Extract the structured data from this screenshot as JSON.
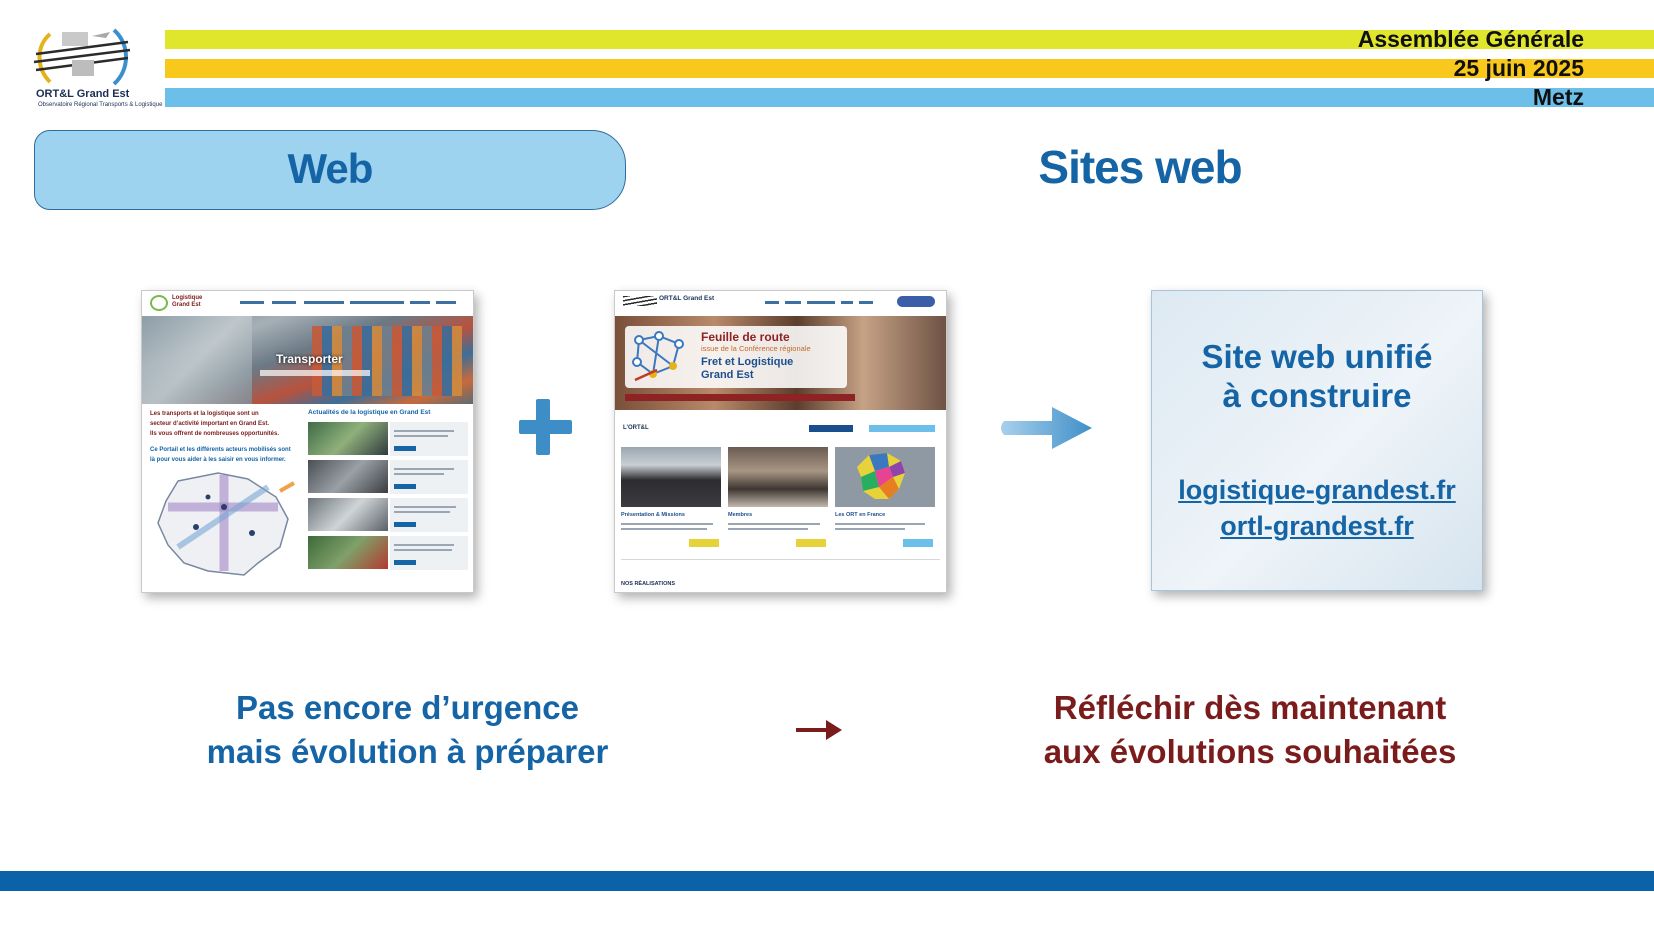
{
  "header": {
    "line1": "Assemblée Générale",
    "line2": "25 juin 2025",
    "line3": "Metz",
    "band_colors": [
      "#dfe62c",
      "#f8c81d",
      "#6cbfe8"
    ]
  },
  "logo": {
    "name": "ORT&L Grand Est",
    "subtitle": "Observatoire Régional Transports & Logistique"
  },
  "section_tab": "Web",
  "page_title": "Sites web",
  "thumbnails": [
    {
      "site": "logistique-grandest",
      "logo_line1": "Logistique",
      "logo_line2": "Grand Est",
      "hero_title": "Transporter",
      "intro1": "Les transports et la logistique sont un",
      "intro2": "secteur d’activité important en Grand Est.",
      "intro3": "Ils vous offrent de nombreuses opportunités.",
      "intro4": "Ce Portail et les différents acteurs mobilisés sont",
      "intro5": "là pour vous aider à les saisir en vous informer.",
      "news_heading": "Actualités de la logistique en Grand Est"
    },
    {
      "site": "ortl-grandest",
      "logo_text": "ORT&L Grand Est",
      "hero_line1": "Feuille de route",
      "hero_line2": "issue de la Conférence régionale",
      "hero_line3": "Fret et Logistique",
      "hero_line4": "Grand Est",
      "section_label": "L’ORT&L",
      "card1": "Présentation & Missions",
      "card2": "Membres",
      "card3": "Les ORT en France",
      "footer_label": "NOS RÉALISATIONS"
    }
  ],
  "unified_site": {
    "title_line1": "Site web unifié",
    "title_line2": "à construire",
    "link1": "logistique-grandest.fr",
    "link2": "ortl-grandest.fr"
  },
  "statements": {
    "left_line1": "Pas encore d’urgence",
    "left_line2": "mais évolution à préparer",
    "right_line1": "Réfléchir dès maintenant",
    "right_line2": "aux évolutions souhaitées"
  },
  "colors": {
    "title_blue": "#1464a6",
    "dark_red": "#7b1c1c",
    "footer_blue": "#0b62a8",
    "tab_fill": "#9dd3ef"
  }
}
